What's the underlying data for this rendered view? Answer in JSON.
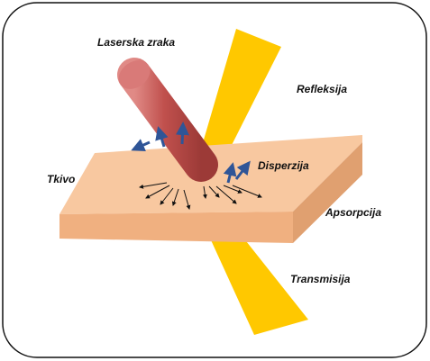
{
  "labels": {
    "laser_beam": "Laserska zraka",
    "reflection": "Refleksija",
    "tissue": "Tkivo",
    "dispersion": "Disperzija",
    "absorption": "Apsorpcija",
    "transmission": "Transmisija"
  },
  "colors": {
    "frame_border": "#111111",
    "slab_top": "#f8c8a0",
    "slab_front": "#f0b080",
    "slab_side": "#e0a070",
    "beam_yellow": "#ffc800",
    "laser_rod": "#c0504d",
    "laser_rod_top": "#d97a78",
    "scatter_arrow": "#2f5597",
    "absorb_arrow": "#111111"
  }
}
